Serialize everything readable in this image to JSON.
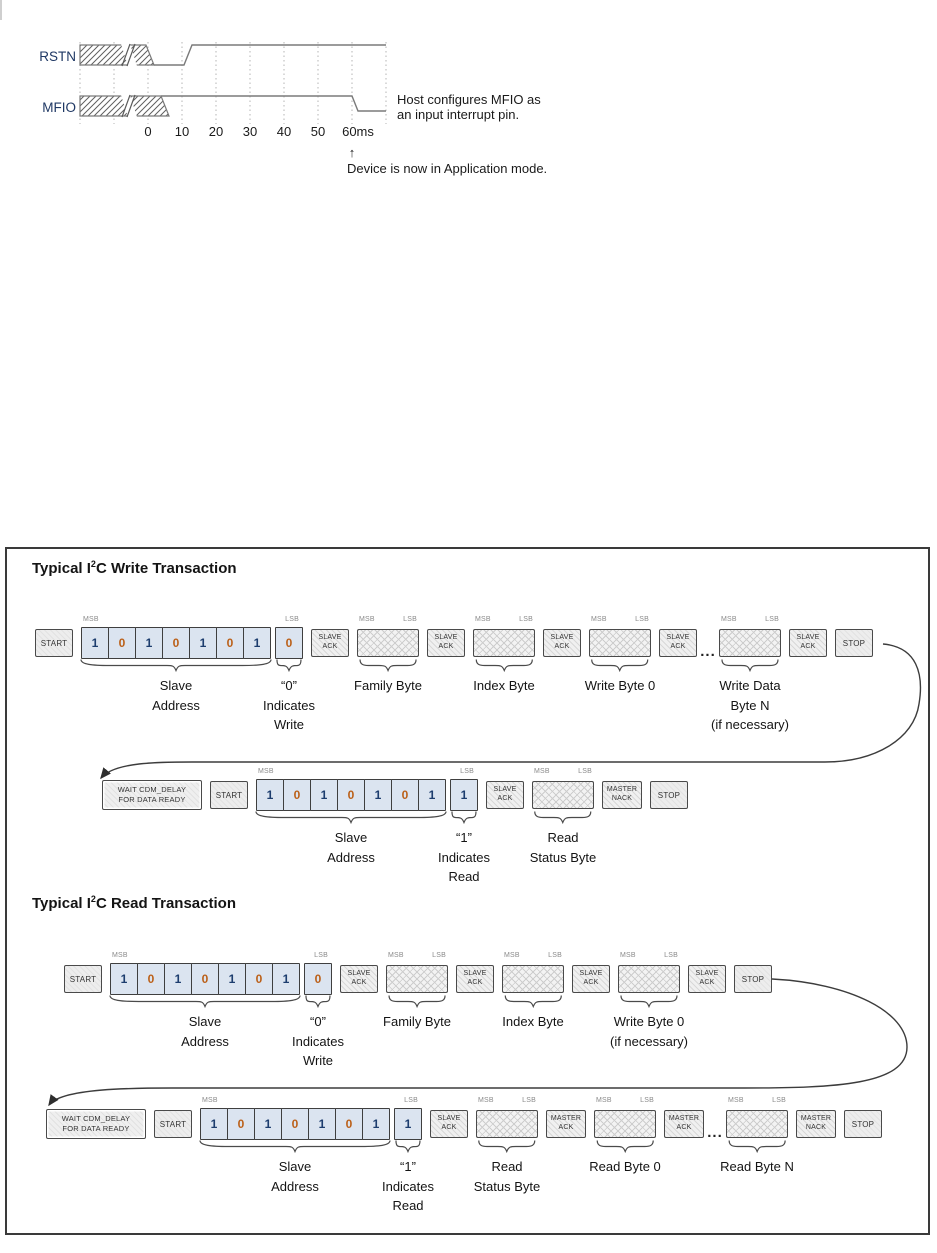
{
  "timing": {
    "signals": [
      {
        "label": "RSTN"
      },
      {
        "label": "MFIO"
      }
    ],
    "ticks": [
      "0",
      "10",
      "20",
      "30",
      "40",
      "50",
      "60ms"
    ],
    "note_right": [
      "Host configures MFIO as",
      "an input interrupt pin."
    ],
    "arrow_up": "↑",
    "note_bottom": "Device is now in Application mode."
  },
  "i2c": {
    "write": {
      "title": {
        "prefix": "Typical I",
        "sup": "2",
        "suffix": "C Write Transaction"
      },
      "rows": [
        [
          {
            "t": "cmd",
            "label": "START"
          },
          {
            "t": "bits",
            "msb": "MSB",
            "bits": [
              "1",
              "0",
              "1",
              "0",
              "1",
              "0",
              "1"
            ],
            "caption": "Slave\nAddress"
          },
          {
            "t": "bit",
            "lsb": "LSB",
            "bits": [
              "0"
            ],
            "caption": "“0”\nIndicates\nWrite"
          },
          {
            "t": "ack",
            "label": "SLAVE\nACK"
          },
          {
            "t": "byte",
            "msb": "MSB",
            "lsb": "LSB",
            "caption": "Family Byte"
          },
          {
            "t": "ack",
            "label": "SLAVE\nACK"
          },
          {
            "t": "byte",
            "msb": "MSB",
            "lsb": "LSB",
            "caption": "Index Byte"
          },
          {
            "t": "ack",
            "label": "SLAVE\nACK"
          },
          {
            "t": "byte",
            "msb": "MSB",
            "lsb": "LSB",
            "caption": "Write Byte 0"
          },
          {
            "t": "ack",
            "label": "SLAVE\nACK"
          },
          {
            "t": "dots",
            "label": "..."
          },
          {
            "t": "byte",
            "msb": "MSB",
            "lsb": "LSB",
            "caption": "Write Data\nByte N\n(if necessary)"
          },
          {
            "t": "ack",
            "label": "SLAVE\nACK"
          },
          {
            "t": "cmd",
            "label": "STOP"
          }
        ],
        [
          {
            "t": "wait",
            "label": "WAIT CDM_DELAY\nFOR DATA READY"
          },
          {
            "t": "cmd",
            "label": "START"
          },
          {
            "t": "bits",
            "msb": "MSB",
            "bits": [
              "1",
              "0",
              "1",
              "0",
              "1",
              "0",
              "1"
            ],
            "caption": "Slave\nAddress"
          },
          {
            "t": "bit",
            "lsb": "LSB",
            "bits": [
              "1"
            ],
            "caption": "“1”\nIndicates\nRead"
          },
          {
            "t": "ack",
            "label": "SLAVE\nACK"
          },
          {
            "t": "byte",
            "msb": "MSB",
            "lsb": "LSB",
            "caption": "Read\nStatus Byte"
          },
          {
            "t": "nack",
            "label": "MASTER\nNACK"
          },
          {
            "t": "cmd",
            "label": "STOP"
          }
        ]
      ]
    },
    "read": {
      "title": {
        "prefix": "Typical I",
        "sup": "2",
        "suffix": "C Read Transaction"
      },
      "rows": [
        [
          {
            "t": "cmd",
            "label": "START"
          },
          {
            "t": "bits",
            "msb": "MSB",
            "bits": [
              "1",
              "0",
              "1",
              "0",
              "1",
              "0",
              "1"
            ],
            "caption": "Slave\nAddress"
          },
          {
            "t": "bit",
            "lsb": "LSB",
            "bits": [
              "0"
            ],
            "caption": "“0”\nIndicates\nWrite"
          },
          {
            "t": "ack",
            "label": "SLAVE\nACK"
          },
          {
            "t": "byte",
            "msb": "MSB",
            "lsb": "LSB",
            "caption": "Family Byte"
          },
          {
            "t": "ack",
            "label": "SLAVE\nACK"
          },
          {
            "t": "byte",
            "msb": "MSB",
            "lsb": "LSB",
            "caption": "Index Byte"
          },
          {
            "t": "ack",
            "label": "SLAVE\nACK"
          },
          {
            "t": "byte",
            "msb": "MSB",
            "lsb": "LSB",
            "caption": "Write Byte 0\n(if necessary)"
          },
          {
            "t": "ack",
            "label": "SLAVE\nACK"
          },
          {
            "t": "cmd",
            "label": "STOP"
          }
        ],
        [
          {
            "t": "wait",
            "label": "WAIT CDM_DELAY\nFOR DATA READY"
          },
          {
            "t": "cmd",
            "label": "START"
          },
          {
            "t": "bits",
            "msb": "MSB",
            "bits": [
              "1",
              "0",
              "1",
              "0",
              "1",
              "0",
              "1"
            ],
            "caption": "Slave\nAddress"
          },
          {
            "t": "bit",
            "lsb": "LSB",
            "bits": [
              "1"
            ],
            "caption": "“1”\nIndicates\nRead"
          },
          {
            "t": "ack",
            "label": "SLAVE\nACK"
          },
          {
            "t": "byte",
            "msb": "MSB",
            "lsb": "LSB",
            "caption": "Read\nStatus Byte"
          },
          {
            "t": "mack",
            "label": "MASTER\nACK"
          },
          {
            "t": "byte",
            "msb": "MSB",
            "lsb": "LSB",
            "caption": "Read Byte 0"
          },
          {
            "t": "mack",
            "label": "MASTER\nACK"
          },
          {
            "t": "dots",
            "label": "..."
          },
          {
            "t": "byte",
            "msb": "MSB",
            "lsb": "LSB",
            "caption": "Read Byte N"
          },
          {
            "t": "nack",
            "label": "MASTER\nNACK"
          },
          {
            "t": "cmd",
            "label": "STOP"
          }
        ]
      ]
    }
  }
}
